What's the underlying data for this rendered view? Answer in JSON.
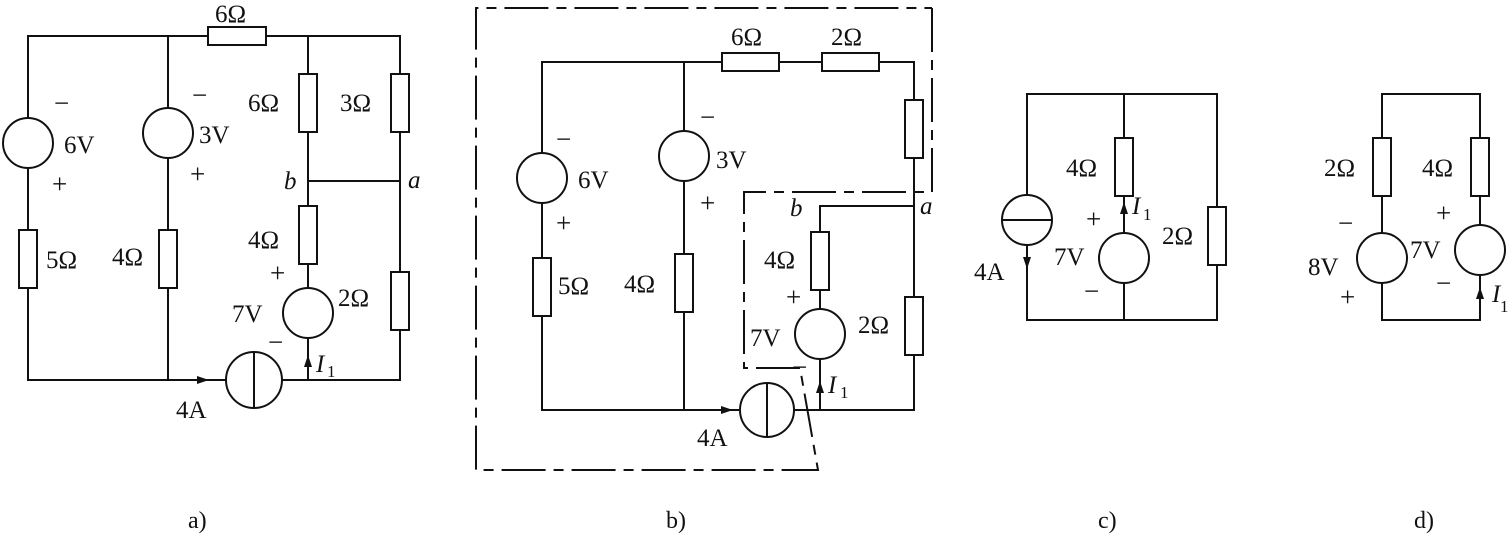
{
  "panels": {
    "a": {
      "caption": "a)",
      "resistors": {
        "top": "6Ω",
        "mid_top": "6Ω",
        "right_top": "3Ω",
        "left": "5Ω",
        "mid": "4Ω",
        "lower": "4Ω",
        "right_bottom": "2Ω"
      },
      "sources": {
        "left": "6V",
        "mid": "3V",
        "lower": "7V",
        "current": "4A"
      },
      "nodes": {
        "b": "b",
        "a": "a"
      },
      "current_label": "I",
      "current_sub": "1"
    },
    "b": {
      "caption": "b)",
      "resistors": {
        "top1": "6Ω",
        "top2": "2Ω",
        "left": "5Ω",
        "mid": "4Ω",
        "lower": "4Ω",
        "right_bottom": "2Ω"
      },
      "sources": {
        "left": "6V",
        "mid": "3V",
        "lower": "7V",
        "current": "4A"
      },
      "nodes": {
        "b": "b",
        "a": "a"
      },
      "current_label": "I",
      "current_sub": "1"
    },
    "c": {
      "caption": "c)",
      "resistors": {
        "mid": "4Ω",
        "right": "2Ω"
      },
      "sources": {
        "current": "4A",
        "voltage": "7V"
      },
      "current_label": "I",
      "current_sub": "1"
    },
    "d": {
      "caption": "d)",
      "resistors": {
        "left": "2Ω",
        "right": "4Ω"
      },
      "sources": {
        "left": "8V",
        "right": "7V"
      },
      "current_label": "I",
      "current_sub": "1"
    }
  },
  "signs": {
    "plus": "+",
    "minus": "−"
  }
}
